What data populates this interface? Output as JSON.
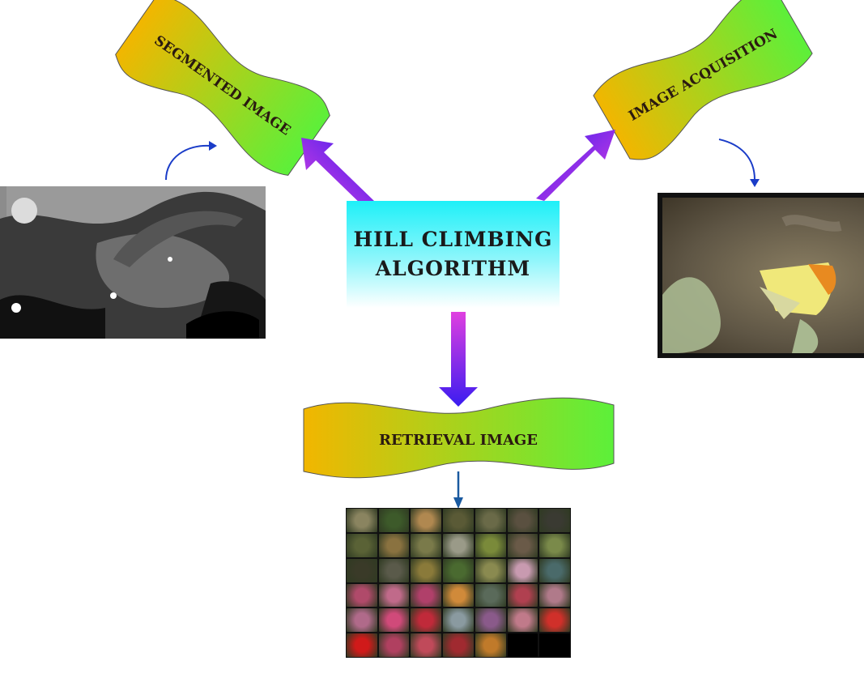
{
  "center": {
    "line1": "HILL CLIMBING",
    "line2": "ALGORITHM"
  },
  "banners": {
    "segmented": "SEGMENTED IMAGE",
    "acquisition": "IMAGE ACQUISITION",
    "retrieval": "RETRIEVAL IMAGE"
  },
  "colors": {
    "banner_start": "#f2b600",
    "banner_end": "#5cf03a",
    "arrow_top": "#e040e0",
    "arrow_bottom": "#3a1cf0",
    "center_top": "#1ef0f8",
    "small_arrow": "#1a3cc8"
  },
  "thumbnails": [
    "#8a8460",
    "#3d5a2a",
    "#b08850",
    "#5a5a36",
    "#6a6a48",
    "#5a5040",
    "#3a3a32",
    "#5a6236",
    "#8a7240",
    "#7a7a4a",
    "#9a9a88",
    "#7a8a3a",
    "#6a5a48",
    "#7a8a4a",
    "#3a3a28",
    "#5a5a4a",
    "#8a7a3a",
    "#4a6a30",
    "#8a8a50",
    "#c89ab0",
    "#4a6a6a",
    "#b04a6a",
    "#c06a8a",
    "#b0406a",
    "#d08a3a",
    "#5a6a5a",
    "#b04050",
    "#b07a8a",
    "#b06a8a",
    "#d04a7a",
    "#c02a3a",
    "#8a9aa0",
    "#8a5a8a",
    "#c07a8a",
    "#d0302a",
    "#d01a1a",
    "#b04060",
    "#c04a5a",
    "#a02a30",
    "#c07a2a",
    "#000000",
    "#000000"
  ]
}
